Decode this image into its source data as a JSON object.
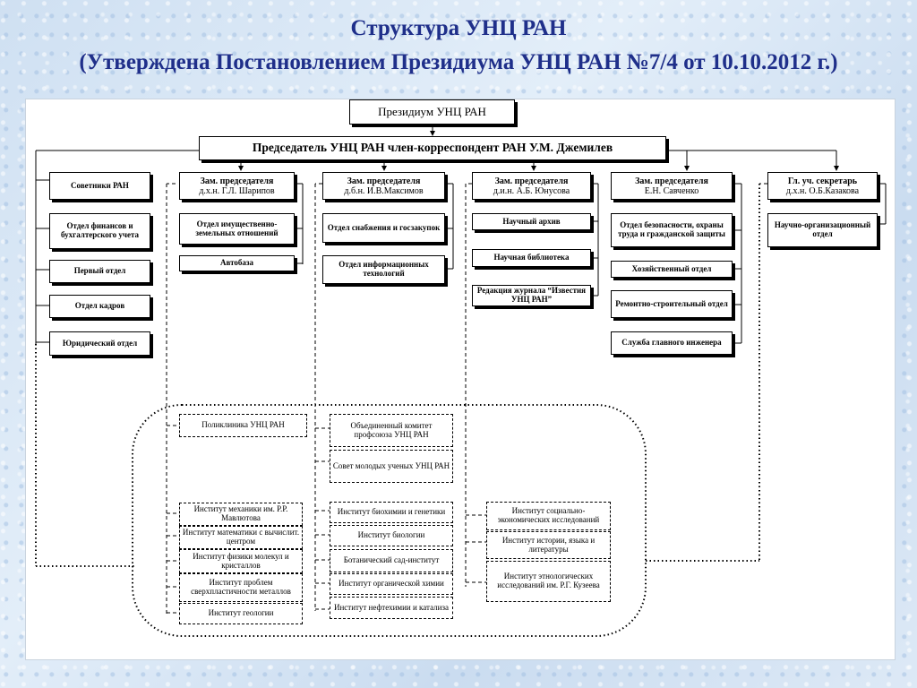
{
  "title": {
    "line1": "Структура УНЦ РАН",
    "line2": "(Утверждена Постановлением Президиума УНЦ РАН №7/4 от 10.10.2012 г.)"
  },
  "top": {
    "presidium": "Президиум УНЦ РАН",
    "chairman": "Председатель УНЦ РАН член-корреспондент РАН У.М. Джемилев"
  },
  "left_column": [
    "Советники РАН",
    "Отдел финансов и бухгалтерского учета",
    "Первый отдел",
    "Отдел кадров",
    "Юридический отдел"
  ],
  "deputies": [
    {
      "title": "Зам. председателя",
      "name": "д.х.н. Г.Л. Шарипов",
      "units": [
        "Отдел имущественно-земельных отношений",
        "Автобаза"
      ]
    },
    {
      "title": "Зам. председателя",
      "name": "д.б.н. И.В.Максимов",
      "units": [
        "Отдел снабжения и госзакупок",
        "Отдел информационных технологий"
      ]
    },
    {
      "title": "Зам. председателя",
      "name": "д.и.н. А.Б. Юнусова",
      "units": [
        "Научный архив",
        "Научная библиотека",
        "Редакция журнала “Известия УНЦ РАН”"
      ]
    },
    {
      "title": "Зам. председателя",
      "name": "Е.Н. Савченко",
      "units": [
        "Отдел безопасности, охраны труда и гражданской защиты",
        "Хозяйственный отдел",
        "Ремонтно-строительный отдел",
        "Служба главного инженера"
      ]
    }
  ],
  "secretary": {
    "title": "Гл. уч. секретарь",
    "name": "д.х.н. О.Б.Казакова",
    "units": [
      "Научно-организационный отдел"
    ]
  },
  "affiliated": {
    "col1": [
      "Поликлиника УНЦ РАН"
    ],
    "col2": [
      "Объединенный комитет профсоюза УНЦ РАН",
      "Совет молодых ученых УНЦ РАН"
    ]
  },
  "institutes": {
    "col1": [
      "Институт механики им. Р.Р. Мавлютова",
      "Институт математики с вычислит. центром",
      "Институт физики молекул и кристаллов",
      "Институт проблем сверхпластичности металлов",
      "Институт геологии"
    ],
    "col2": [
      "Институт биохимии и генетики",
      "Институт биологии",
      "Ботанический сад-институт",
      "Институт органической химии",
      "Институт нефтехимии и катализа"
    ],
    "col3": [
      "Институт социально-экономических исследований",
      "Институт истории, языка и литературы",
      "Институт этнологических исследований им. Р.Г. Кузеева"
    ]
  }
}
